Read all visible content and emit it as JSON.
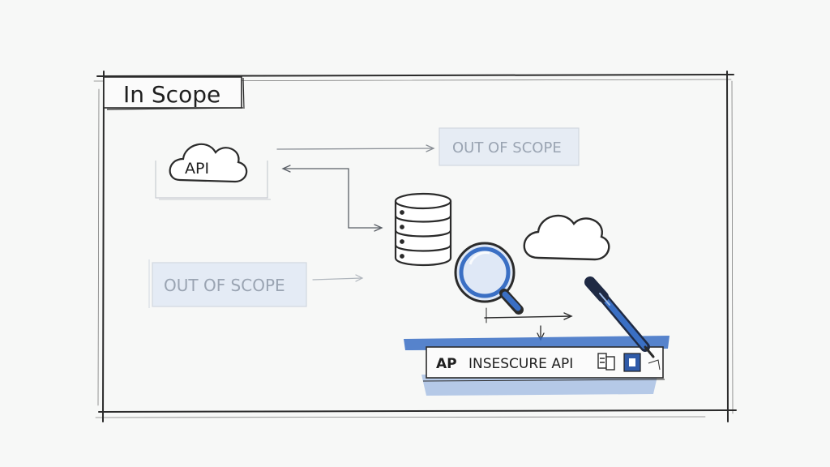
{
  "frame_title": "In Scope",
  "nodes": {
    "api_cloud_label": "API",
    "out_of_scope_top": "OUT OF SCOPE",
    "out_of_scope_left": "OUT OF SCOPE",
    "insecure_bar_prefix": "AP",
    "insecure_bar_label": "INSESCURE API"
  },
  "icons": [
    "cloud-icon",
    "database-icon",
    "magnifier-icon",
    "cloud-icon",
    "pen-icon",
    "document-icon",
    "flag-icon"
  ],
  "colors": {
    "ink": "#2b2b2b",
    "accent_blue": "#3a6fc4",
    "wash_blue": "#c9d9f0",
    "faded_ink": "#9aa4b2"
  }
}
